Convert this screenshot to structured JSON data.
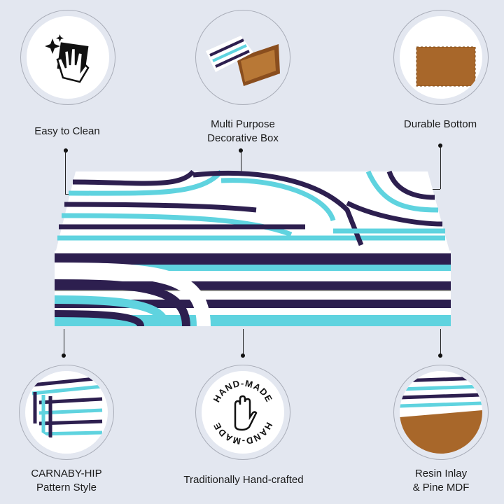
{
  "features": {
    "easy_clean": "Easy to Clean",
    "multi_purpose_1": "Multi Purpose",
    "multi_purpose_2": "Decorative Box",
    "durable_bottom": "Durable Bottom",
    "pattern_1": "CARNABY-HIP",
    "pattern_2": "Pattern Style",
    "handcrafted": "Traditionally Hand-crafted",
    "material_1": "Resin Inlay",
    "material_2": "& Pine MDF"
  },
  "badge": {
    "text": "HAND-MADE"
  },
  "colors": {
    "purple": "#2d1f4f",
    "turquoise": "#5fd3df",
    "wood": "#a8672a",
    "background": "#e3e7f0"
  }
}
